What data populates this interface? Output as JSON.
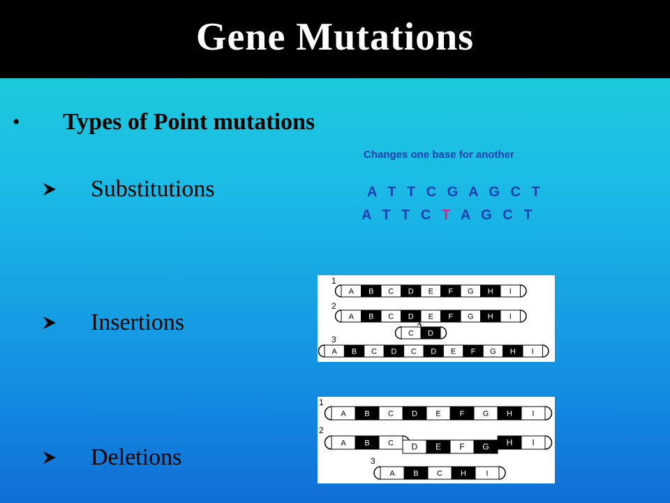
{
  "slide": {
    "title": "Gene Mutations",
    "bullet": "•",
    "subtitle": "Types of Point mutations",
    "items": [
      {
        "label": "Substitutions",
        "icon": "arrow-bullet-icon"
      },
      {
        "label": "Insertions",
        "icon": "arrow-bullet-icon"
      },
      {
        "label": "Deletions",
        "icon": "arrow-bullet-icon"
      }
    ]
  },
  "substitution": {
    "caption": "Changes one base for another",
    "original": [
      "A",
      "T",
      "T",
      "C",
      "G",
      "A",
      "G",
      "C",
      "T"
    ],
    "mutated": [
      "A",
      "T",
      "T",
      "C",
      "T",
      "A",
      "G",
      "C",
      "T"
    ],
    "mutated_index": 4,
    "text_color": "#1a3fb0",
    "mutation_color": "#e0208a"
  },
  "insertion": {
    "row_numbers": [
      "1",
      "2",
      "3"
    ],
    "row1": [
      "A",
      "B",
      "C",
      "D",
      "E",
      "F",
      "G",
      "H",
      "I"
    ],
    "row2": [
      "A",
      "B",
      "C",
      "D",
      "E",
      "F",
      "G",
      "H",
      "I"
    ],
    "inserted": [
      "C",
      "D"
    ],
    "row3": [
      "A",
      "B",
      "C",
      "D",
      "C",
      "D",
      "E",
      "F",
      "G",
      "H",
      "I"
    ]
  },
  "deletion": {
    "row_numbers": [
      "1",
      "2",
      "3"
    ],
    "row1": [
      "A",
      "B",
      "C",
      "D",
      "E",
      "F",
      "G",
      "H",
      "I"
    ],
    "row2_left": [
      "A",
      "B",
      "C"
    ],
    "row2_removed": [
      "D",
      "E",
      "F",
      "G"
    ],
    "row2_right": [
      "H",
      "I"
    ],
    "row3": [
      "A",
      "B",
      "C",
      "H",
      "I"
    ]
  }
}
